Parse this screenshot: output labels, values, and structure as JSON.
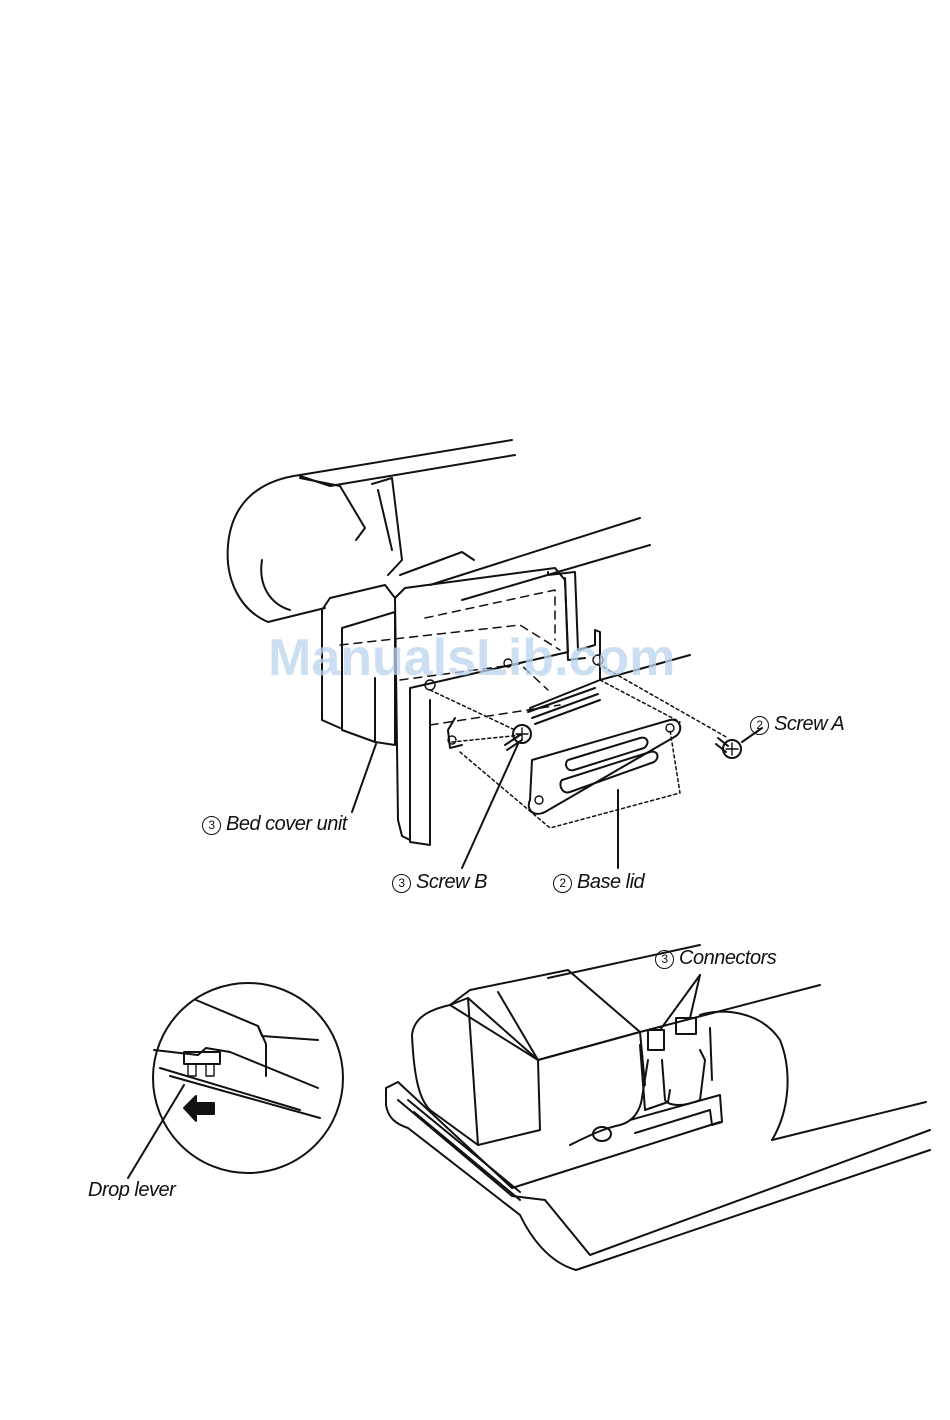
{
  "watermark": "ManualsLib.com",
  "labels": {
    "screw_a": {
      "num": "2",
      "text": "Screw A"
    },
    "bed_cover_unit": {
      "num": "3",
      "text": "Bed cover unit"
    },
    "screw_b": {
      "num": "3",
      "text": "Screw B"
    },
    "base_lid": {
      "num": "2",
      "text": "Base lid"
    },
    "connectors": {
      "num": "3",
      "text": "Connectors"
    },
    "drop_lever": {
      "text": "Drop lever"
    }
  }
}
